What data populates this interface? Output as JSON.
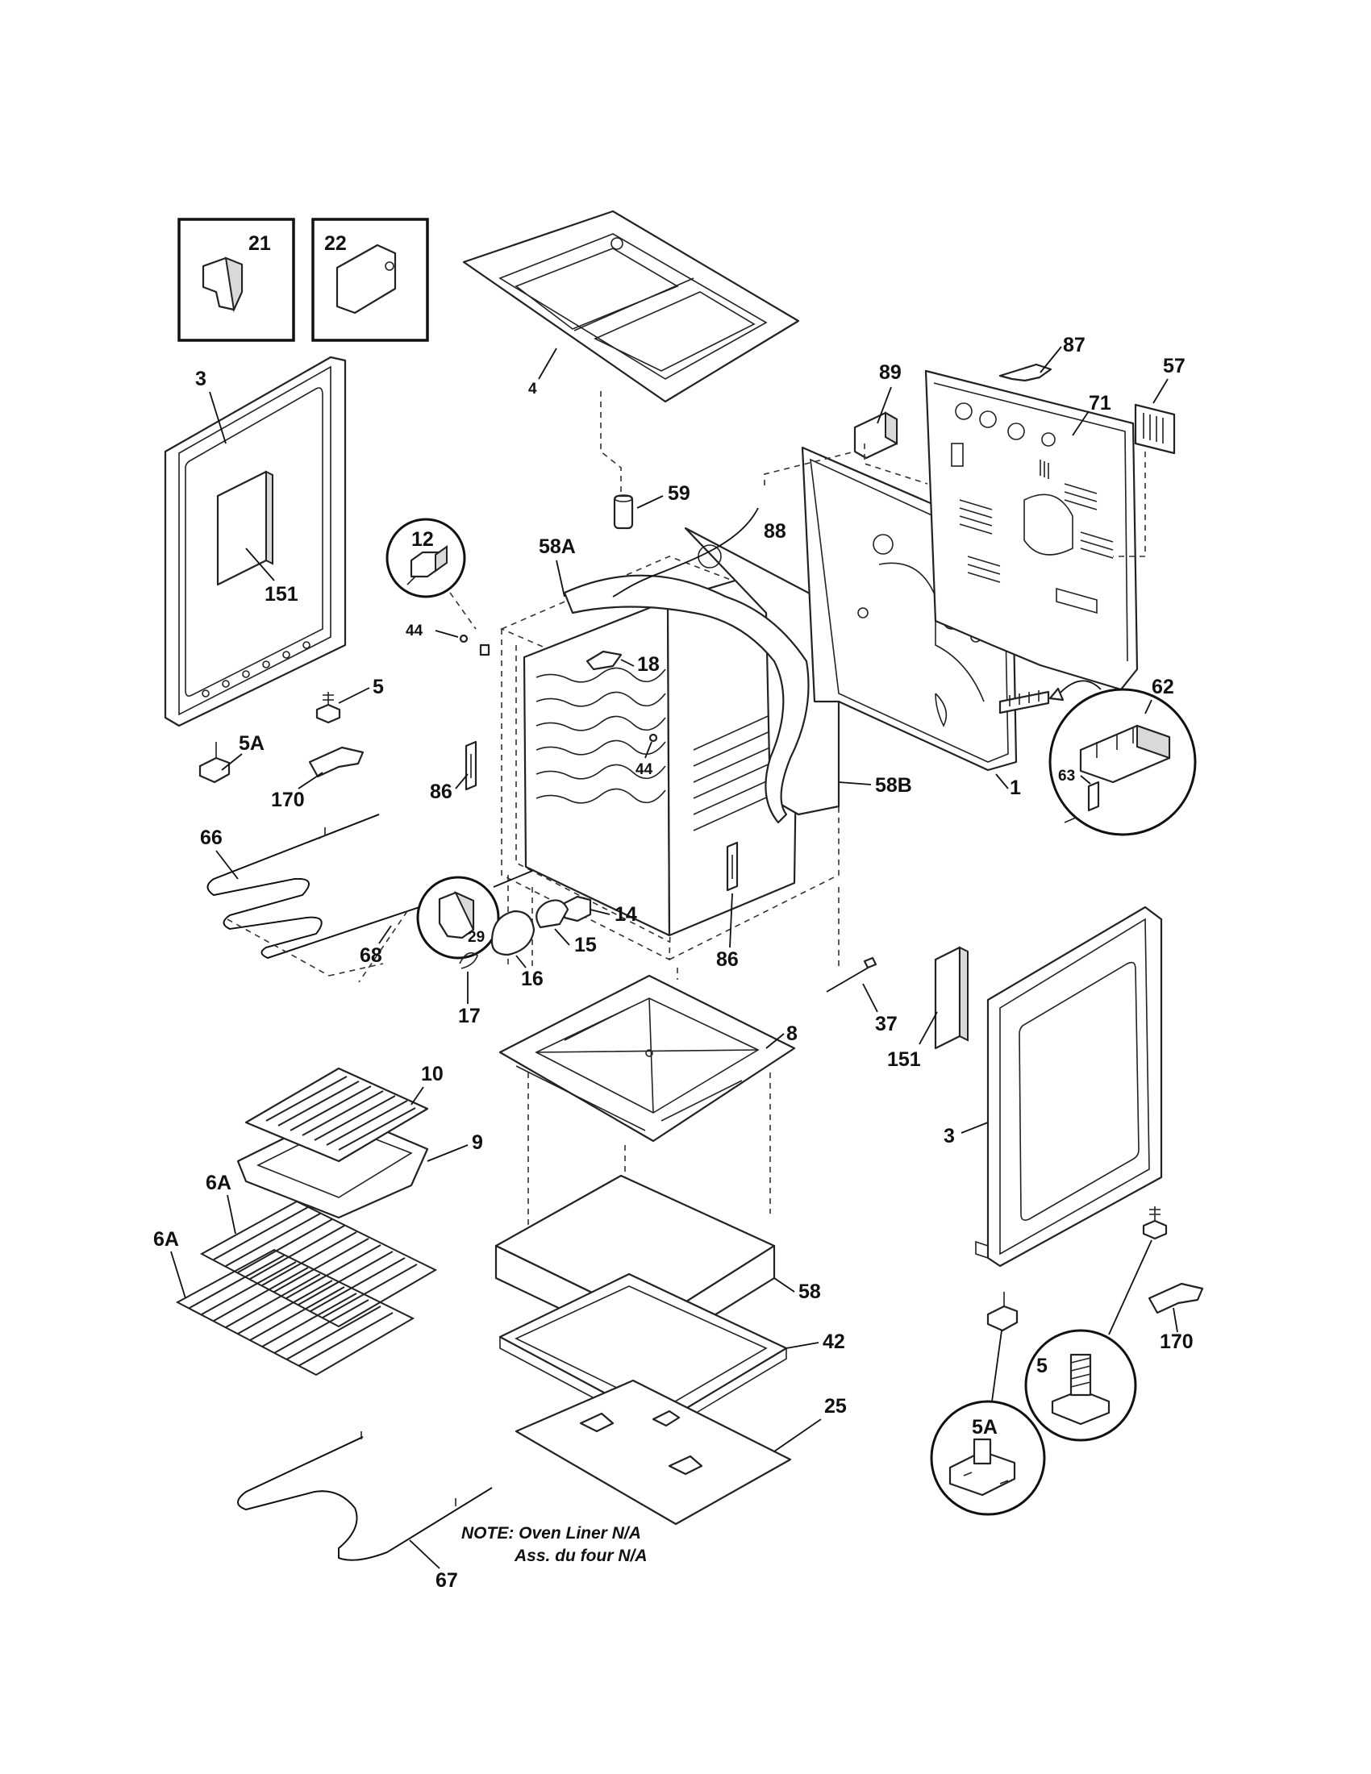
{
  "callouts": {
    "p21": "21",
    "p22": "22",
    "p3_left": "3",
    "p151_left": "151",
    "p4": "4",
    "p5_left": "5",
    "p5A_left": "5A",
    "p170_left": "170",
    "p12": "12",
    "p44_a": "44",
    "p58A": "58A",
    "p59": "59",
    "p88": "88",
    "p18": "18",
    "p44_b": "44",
    "p89": "89",
    "p87": "87",
    "p57": "57",
    "p71": "71",
    "p62": "62",
    "p63": "63",
    "p1": "1",
    "p58B": "58B",
    "p86_left": "86",
    "p66": "66",
    "p68": "68",
    "p29": "29",
    "p14": "14",
    "p15": "15",
    "p16": "16",
    "p17": "17",
    "p86_right": "86",
    "p37": "37",
    "p151_right": "151",
    "p8": "8",
    "p10": "10",
    "p9": "9",
    "p3_right": "3",
    "p6A_top": "6A",
    "p6A_bottom": "6A",
    "p58": "58",
    "p42": "42",
    "p25": "25",
    "p170_right": "170",
    "p5_right": "5",
    "p5A_right": "5A",
    "p67": "67"
  },
  "note": {
    "line1": "NOTE: Oven Liner N/A",
    "line2": "Ass. du four N/A"
  }
}
